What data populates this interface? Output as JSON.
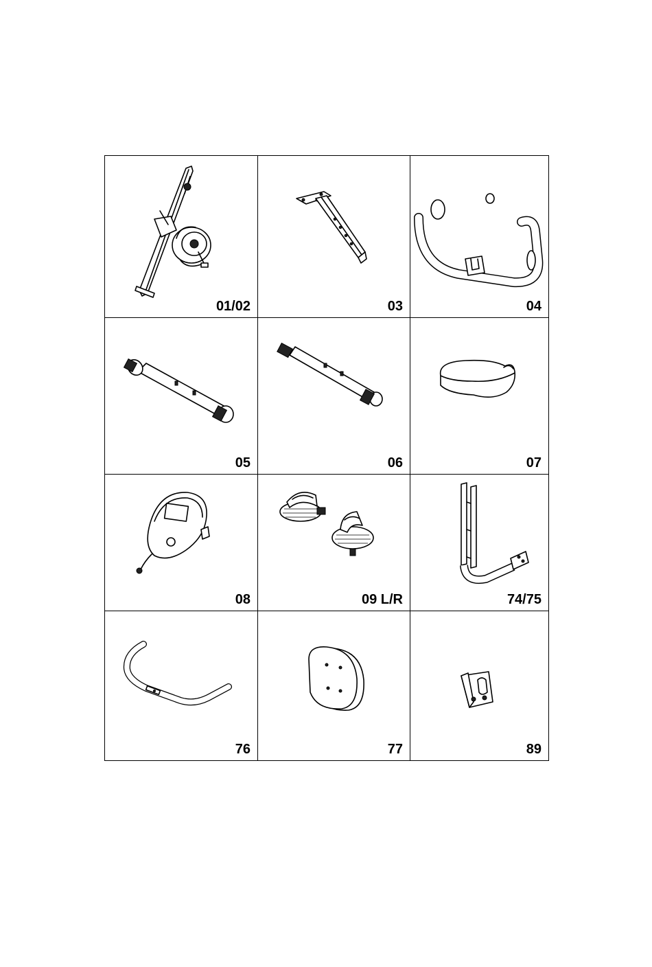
{
  "parts": [
    {
      "id": "p0102",
      "label": "01/02",
      "icon": "main-frame-icon"
    },
    {
      "id": "p03",
      "label": "03",
      "icon": "seat-post-icon"
    },
    {
      "id": "p04",
      "label": "04",
      "icon": "handlebar-icon"
    },
    {
      "id": "p05",
      "label": "05",
      "icon": "front-stabilizer-icon"
    },
    {
      "id": "p06",
      "label": "06",
      "icon": "rear-stabilizer-icon"
    },
    {
      "id": "p07",
      "label": "07",
      "icon": "seat-cushion-icon"
    },
    {
      "id": "p08",
      "label": "08",
      "icon": "computer-console-icon"
    },
    {
      "id": "p09",
      "label": "09 L/R",
      "icon": "pedals-icon"
    },
    {
      "id": "p7475",
      "label": "74/75",
      "icon": "backrest-frame-icon"
    },
    {
      "id": "p76",
      "label": "76",
      "icon": "back-handlebar-icon"
    },
    {
      "id": "p77",
      "label": "77",
      "icon": "backrest-pad-icon"
    },
    {
      "id": "p89",
      "label": "89",
      "icon": "bracket-icon"
    }
  ]
}
